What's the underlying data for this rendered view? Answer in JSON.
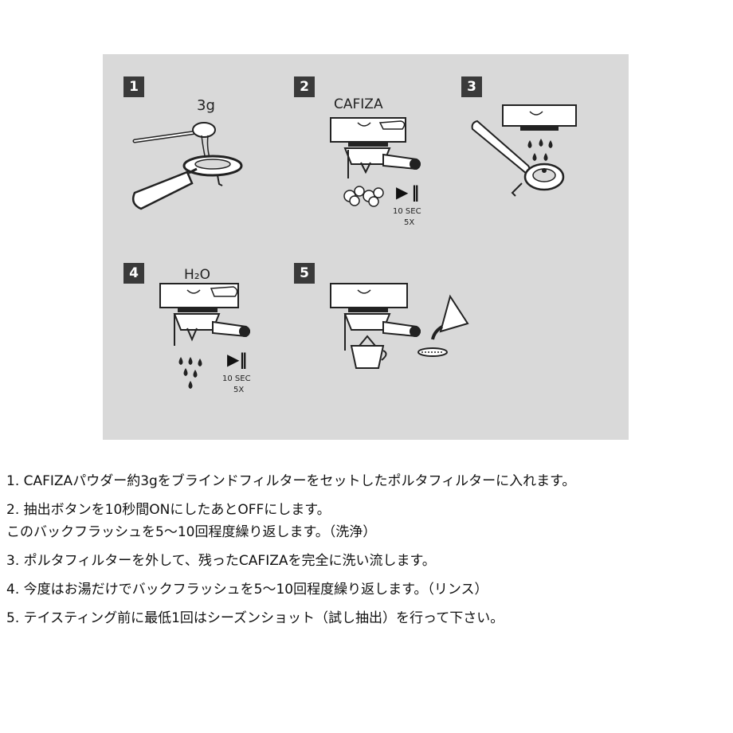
{
  "diagram": {
    "steps": [
      {
        "number": "1",
        "label": "3g"
      },
      {
        "number": "2",
        "label": "CAFIZA",
        "play_pause": "▶ ‖",
        "duration": "10 SEC",
        "repeat": "5X"
      },
      {
        "number": "3"
      },
      {
        "number": "4",
        "label": "H₂O",
        "play_pause": "▶‖",
        "duration": "10 SEC",
        "repeat": "5X"
      },
      {
        "number": "5"
      }
    ]
  },
  "instructions": [
    {
      "lines": [
        "1. CAFIZAパウダー約3gをブラインドフィルターをセットしたポルタフィルターに入れます。"
      ]
    },
    {
      "lines": [
        "2. 抽出ボタンを10秒間ONにしたあとOFFにします。",
        "このバックフラッシュを5〜10回程度繰り返します。（洗浄）"
      ]
    },
    {
      "lines": [
        "3. ポルタフィルターを外して、残ったCAFIZAを完全に洗い流します。"
      ]
    },
    {
      "lines": [
        "4. 今度はお湯だけでバックフラッシュを5〜10回程度繰り返します。（リンス）"
      ]
    },
    {
      "lines": [
        "5. テイスティング前に最低1回はシーズンショット（試し抽出）を行って下さい。"
      ]
    }
  ]
}
